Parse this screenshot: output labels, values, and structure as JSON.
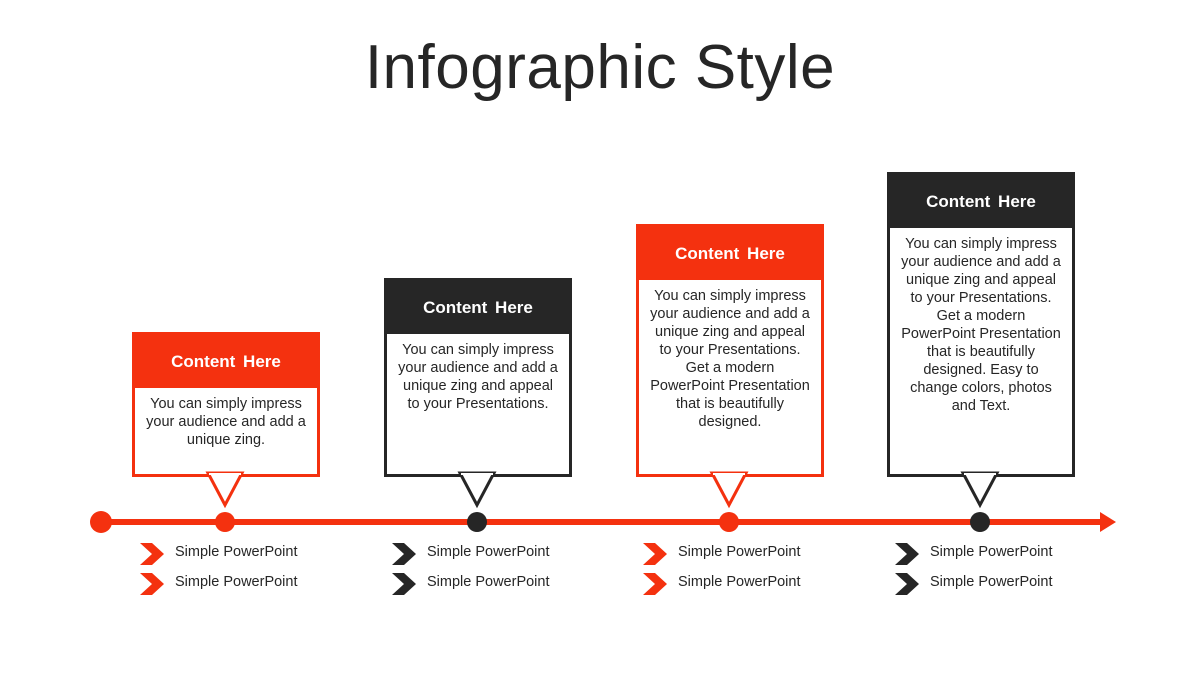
{
  "title": "Infographic Style",
  "colors": {
    "red": "#F4310F",
    "dark": "#262626"
  },
  "steps": [
    {
      "heading": "Content  Here",
      "body": "You can simply impress your audience and add a unique zing.",
      "color": "#F4310F",
      "bullets": [
        "Simple PowerPoint",
        "Simple PowerPoint"
      ]
    },
    {
      "heading": "Content  Here",
      "body": "You can simply impress your audience and add a unique zing and appeal to your Presentations.",
      "color": "#262626",
      "bullets": [
        "Simple PowerPoint",
        "Simple PowerPoint"
      ]
    },
    {
      "heading": "Content  Here",
      "body": "You can simply impress your audience and add a unique zing and appeal to your Presentations. Get a modern PowerPoint Presentation that is beautifully designed.",
      "color": "#F4310F",
      "bullets": [
        "Simple PowerPoint",
        "Simple PowerPoint"
      ]
    },
    {
      "heading": "Content  Here",
      "body": "You can simply impress your audience and add a unique zing and appeal to your Presentations. Get a modern PowerPoint Presentation that is beautifully designed. Easy to change colors, photos and Text.",
      "color": "#262626",
      "bullets": [
        "Simple PowerPoint",
        "Simple PowerPoint"
      ]
    }
  ]
}
